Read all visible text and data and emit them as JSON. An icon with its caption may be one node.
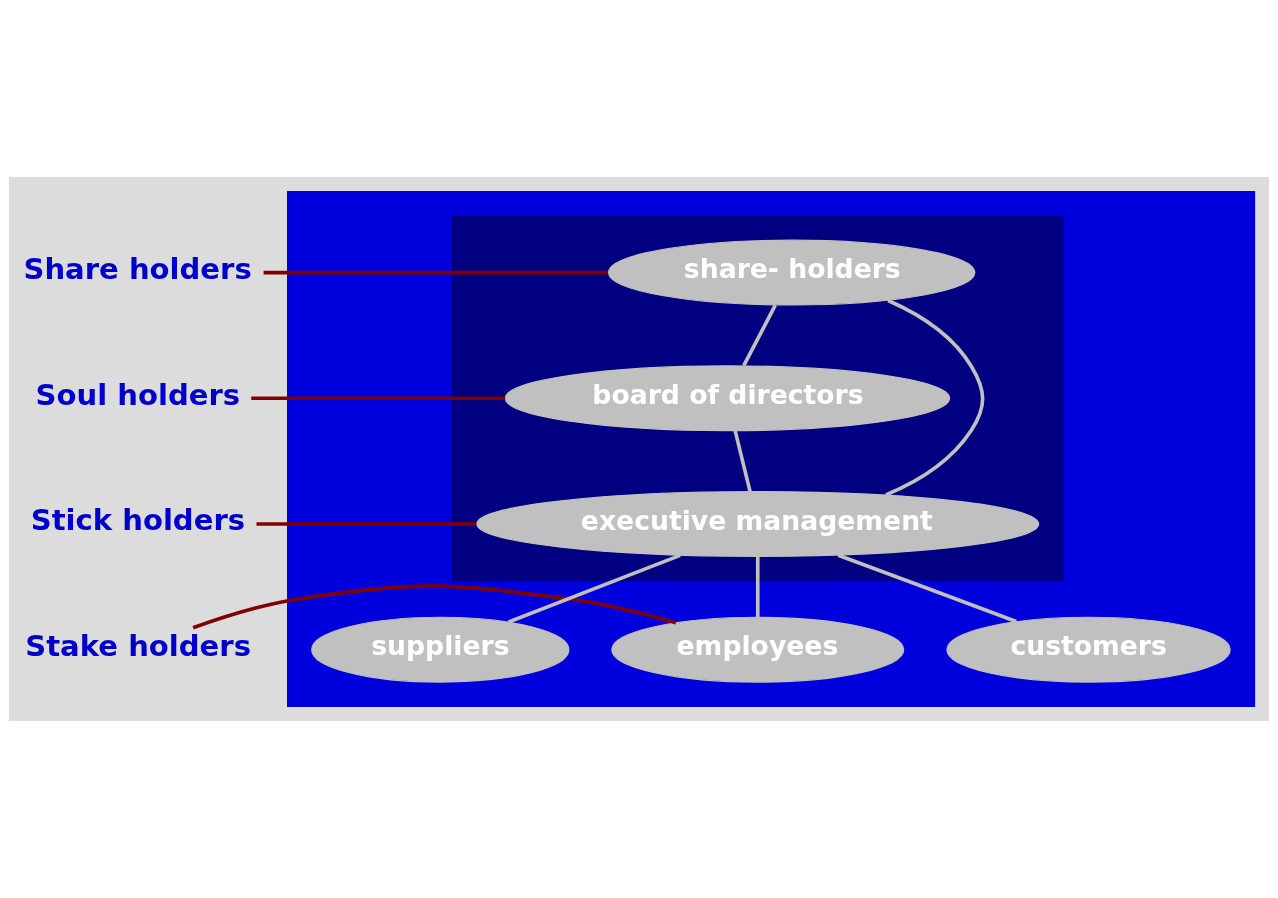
{
  "diagram": {
    "nodes": [
      {
        "text": [],
        "shape": "box"
      },
      {
        "text": [],
        "shape": "box",
        "in": 0
      },
      {
        "text": [
          "share- holders"
        ],
        "in": 1
      },
      {
        "text": [
          "board of directors"
        ],
        "in": 1
      },
      {
        "text": [
          "executive management"
        ],
        "in": 1
      },
      {
        "text": [
          "suppliers"
        ],
        "in": 0
      },
      {
        "text": [
          "employees"
        ],
        "in": 0
      },
      {
        "text": [
          "customers"
        ],
        "in": 0
      },
      {
        "text": [
          "Share holders"
        ]
      },
      {
        "text": [
          "Soul holders"
        ]
      },
      {
        "text": [
          "Stick holders"
        ]
      },
      {
        "text": [
          "Stake holders"
        ]
      }
    ],
    "edges": [
      {
        "from": 2,
        "to": 3,
        "arrow": "none"
      },
      {
        "from": 2,
        "to": 4,
        "arrow": "none"
      },
      {
        "from": 3,
        "to": 4,
        "arrow": "none"
      },
      {
        "from": 4,
        "to": 5,
        "arrow": "none"
      },
      {
        "from": 4,
        "to": 6,
        "arrow": "none"
      },
      {
        "from": 4,
        "to": 7,
        "arrow": "none"
      },
      {
        "from": 8,
        "to": 2,
        "arrow": "none",
        "color": "#800000"
      },
      {
        "from": 9,
        "to": 3,
        "arrow": "none",
        "color": "#800000"
      },
      {
        "from": 10,
        "to": 4,
        "arrow": "none",
        "color": "#800000"
      },
      {
        "from": 11,
        "to": 6,
        "arrow": "none",
        "color": "#800000"
      }
    ]
  }
}
